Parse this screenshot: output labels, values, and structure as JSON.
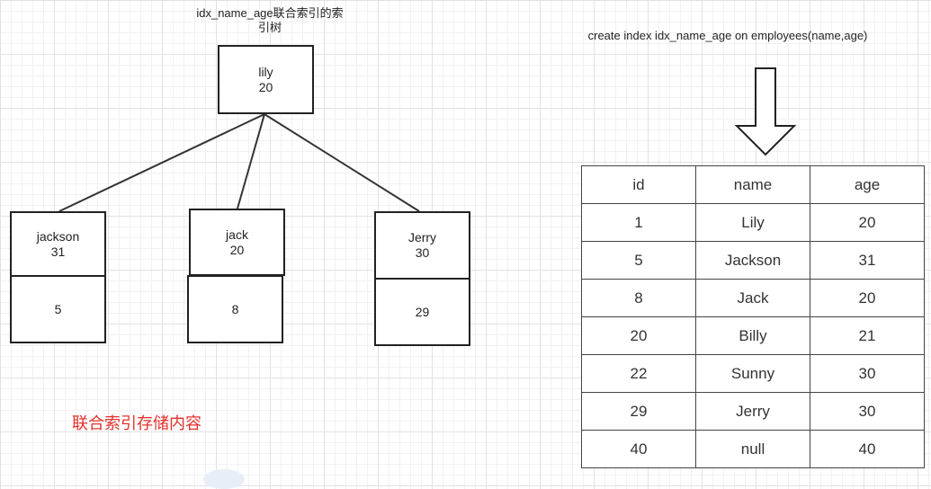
{
  "diagram_title": [
    "idx_name_age联合索引的索",
    "引树"
  ],
  "sql_statement": "create index idx_name_age on employees(name,age)",
  "root_node": {
    "name": "lily",
    "age": "20"
  },
  "leaf_nodes": [
    {
      "name": "jackson",
      "age": "31",
      "id": "5"
    },
    {
      "name": "jack",
      "age": "20",
      "id": "8"
    },
    {
      "name": "Jerry",
      "age": "30",
      "id": "29"
    }
  ],
  "storage_note": "联合索引存储内容",
  "colors": {
    "note": "#e4312b",
    "line": "#333333"
  },
  "table": {
    "headers": [
      "id",
      "name",
      "age"
    ],
    "rows": [
      [
        "1",
        "Lily",
        "20"
      ],
      [
        "5",
        "Jackson",
        "31"
      ],
      [
        "8",
        "Jack",
        "20"
      ],
      [
        "20",
        "Billy",
        "21"
      ],
      [
        "22",
        "Sunny",
        "30"
      ],
      [
        "29",
        "Jerry",
        "30"
      ],
      [
        "40",
        "null",
        "40"
      ]
    ]
  }
}
